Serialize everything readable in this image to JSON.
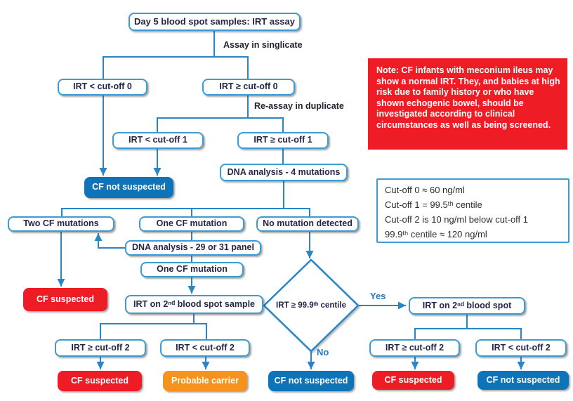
{
  "nodes": {
    "day5": {
      "label": "Day 5 blood spot samples: IRT assay"
    },
    "irt_lt0": {
      "label": "IRT < cut-off 0"
    },
    "irt_ge0": {
      "label": "IRT ≥ cut-off 0"
    },
    "irt_lt1": {
      "label": "IRT < cut-off 1"
    },
    "irt_ge1": {
      "label": "IRT ≥ cut-off 1"
    },
    "cf_not_suspected_mid": {
      "label": "CF not suspected"
    },
    "dna4": {
      "label": "DNA analysis - 4 mutations"
    },
    "two_mut": {
      "label": "Two CF mutations"
    },
    "one_mut": {
      "label": "One CF mutation"
    },
    "no_mut": {
      "label": "No mutation detected"
    },
    "dna_panel": {
      "label": "DNA analysis - 29 or 31 panel"
    },
    "one_mut2": {
      "label": "One CF mutation"
    },
    "cf_suspected_left": {
      "label": "CF suspected"
    },
    "irt_2nd_sample": {
      "label": "IRT on 2ⁿᵈ blood spot sample"
    },
    "decision": {
      "label": "IRT ≥ 99.9ᵗʰ centile"
    },
    "irt_2nd_spot": {
      "label": "IRT on 2ⁿᵈ blood spot"
    },
    "irt_ge2_left": {
      "label": "IRT ≥ cut-off 2"
    },
    "irt_lt2_left": {
      "label": "IRT < cut-off 2"
    },
    "irt_ge2_right": {
      "label": "IRT ≥ cut-off 2"
    },
    "irt_lt2_right": {
      "label": "IRT < cut-off 2"
    },
    "cf_suspected_bottom_left": {
      "label": "CF suspected"
    },
    "probable_carrier": {
      "label": "Probable carrier"
    },
    "cf_not_suspected_bottom_mid": {
      "label": "CF not suspected"
    },
    "cf_suspected_bottom_right": {
      "label": "CF suspected"
    },
    "cf_not_suspected_bottom_right": {
      "label": "CF not suspected"
    }
  },
  "edge_labels": {
    "assay_singlicate": "Assay in singlicate",
    "reassay_duplicate": "Re-assay in duplicate",
    "yes": "Yes",
    "no": "No"
  },
  "note": {
    "text": "Note: CF infants with meconium ileus may show a normal IRT.  They, and babies at high risk due to family history or who have shown echogenic bowel, should be investigated according to clinical circumstances as well as being screened."
  },
  "cutoffs": {
    "lines": [
      "Cut-off 0 ≈ 60 ng/ml",
      "Cut-off 1 = 99.5ᵗʰ centile",
      "Cut-off 2 is 10 ng/ml below cut-off 1",
      "99.9ᵗʰ centile ≈ 120 ng/ml"
    ]
  },
  "colors": {
    "line_blue": "#2886c7",
    "box_border_blue": "#3e9ad2",
    "filled_blue": "#0e74ba",
    "red": "#ee1c25",
    "orange": "#f6921e"
  }
}
